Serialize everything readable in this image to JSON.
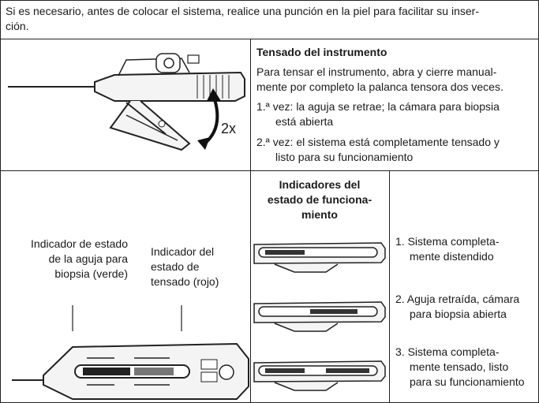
{
  "intro": {
    "line1": "Si es necesario, antes de colocar el sistema, realice una punción en la piel para facilitar su inser-",
    "line2": "ción."
  },
  "tensing": {
    "title": "Tensado del instrumento",
    "desc_l1": "Para tensar el instrumento, abra y cierre manual-",
    "desc_l2": "mente por completo la palanca tensora dos veces.",
    "step1_l1": "1.ª vez: la aguja se retrae; la cámara para biopsia",
    "step1_l2": "está abierta",
    "step2_l1": "2.ª vez: el sistema está completamente tensado y",
    "step2_l2": "listo para su funcionamiento",
    "repeat_label": "2x"
  },
  "indicators": {
    "heading_l1": "Indicadores del",
    "heading_l2": "estado de funciona-",
    "heading_l3": "miento",
    "needle_label_l1": "Indicador de estado",
    "needle_label_l2": "de la aguja para",
    "needle_label_l3": "biopsia (verde)",
    "tension_label_l1": "Indicador del",
    "tension_label_l2": "estado de",
    "tension_label_l3": "tensado (rojo)",
    "states": [
      {
        "l1": "1. Sistema completa-",
        "l2": "mente distendido",
        "l3": ""
      },
      {
        "l1": "2. Aguja retraída, cámara",
        "l2": "para biopsia abierta",
        "l3": ""
      },
      {
        "l1": "3. Sistema completa-",
        "l2": "mente tensado, listo",
        "l3": "para su funcionamiento"
      }
    ]
  }
}
